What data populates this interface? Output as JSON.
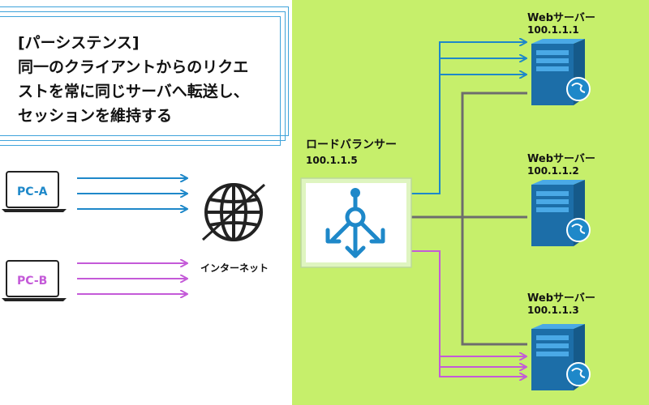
{
  "callout": {
    "line1": "[パーシステンス]",
    "line2": "同一のクライアントからのリクエ",
    "line3": "ストを常に同じサーバへ転送し、",
    "line4": "セッションを維持する"
  },
  "clients": [
    {
      "label": "PC-A",
      "color": "#1e88c9"
    },
    {
      "label": "PC-B",
      "color": "#c45ad8"
    }
  ],
  "internet": {
    "label": "インターネット"
  },
  "load_balancer": {
    "title": "ロードバランサー",
    "ip": "100.1.1.5",
    "icon": "load-balancer-icon"
  },
  "servers": [
    {
      "label": "Webサーバー",
      "ip": "100.1.1.1"
    },
    {
      "label": "Webサーバー",
      "ip": "100.1.1.2"
    },
    {
      "label": "Webサーバー",
      "ip": "100.1.1.3"
    }
  ],
  "colors": {
    "panel": "#c6ef6b",
    "blue_flow": "#1e88c9",
    "purple_flow": "#c45ad8",
    "gray_link": "#6d6d6d",
    "server": "#2a8fd0"
  }
}
